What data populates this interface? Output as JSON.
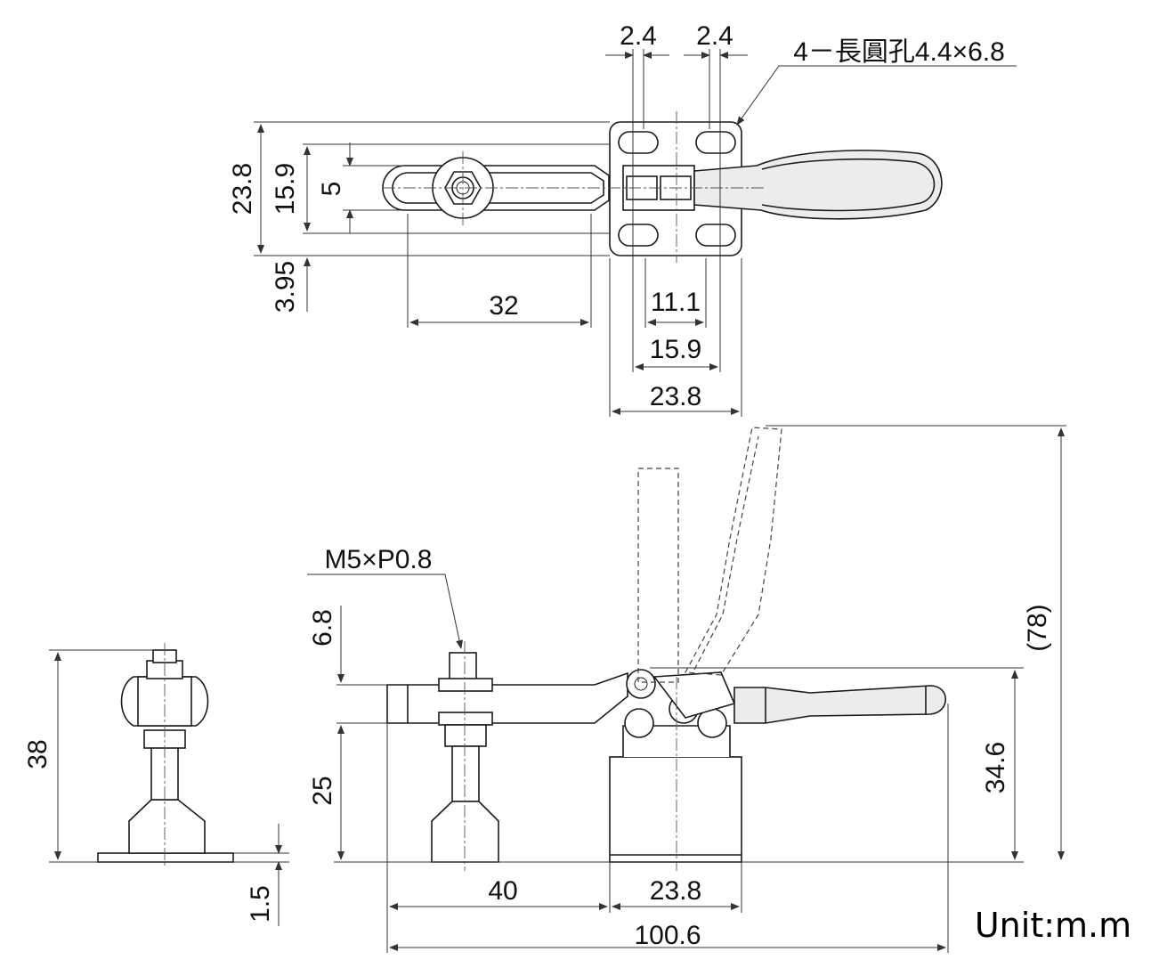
{
  "drawing": {
    "unit": "Unit:m.m",
    "top_view": {
      "hole_pitch_left": "2.4",
      "hole_pitch_right": "2.4",
      "slot_note": "4－長圓孔4.4×6.8",
      "width_overall": "23.8",
      "width_holes": "15.9",
      "arm_width": "5",
      "offset": "3.95",
      "arm_reach": "32",
      "base_pitch_inner": "11.1",
      "base_pitch_outer": "15.9",
      "base_width": "23.8"
    },
    "front_view": {
      "thread": "M5×P0.8",
      "bolt_height": "6.8",
      "spindle_height": "25",
      "reach": "40",
      "base_length": "23.8",
      "overall_length": "100.6",
      "closed_height": "34.6",
      "open_height": "(78)"
    },
    "side_view": {
      "height": "38",
      "base_thickness": "1.5"
    }
  }
}
